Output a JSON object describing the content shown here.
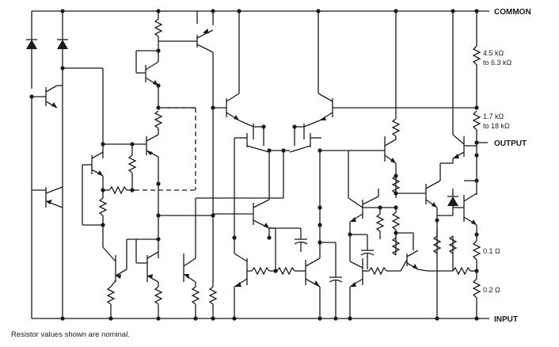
{
  "terminals": {
    "common": "COMMON",
    "output": "OUTPUT",
    "input": "INPUT"
  },
  "resistors": {
    "r_top": "4.5 kΩ",
    "r_top_range": "to 6.3 kΩ",
    "r_mid": "1.7 kΩ",
    "r_mid_range": "to 18 kΩ",
    "r_sense1": "0.1 Ω",
    "r_sense2": "0.2 Ω"
  },
  "footnote": "Resistor values shown are nominal."
}
